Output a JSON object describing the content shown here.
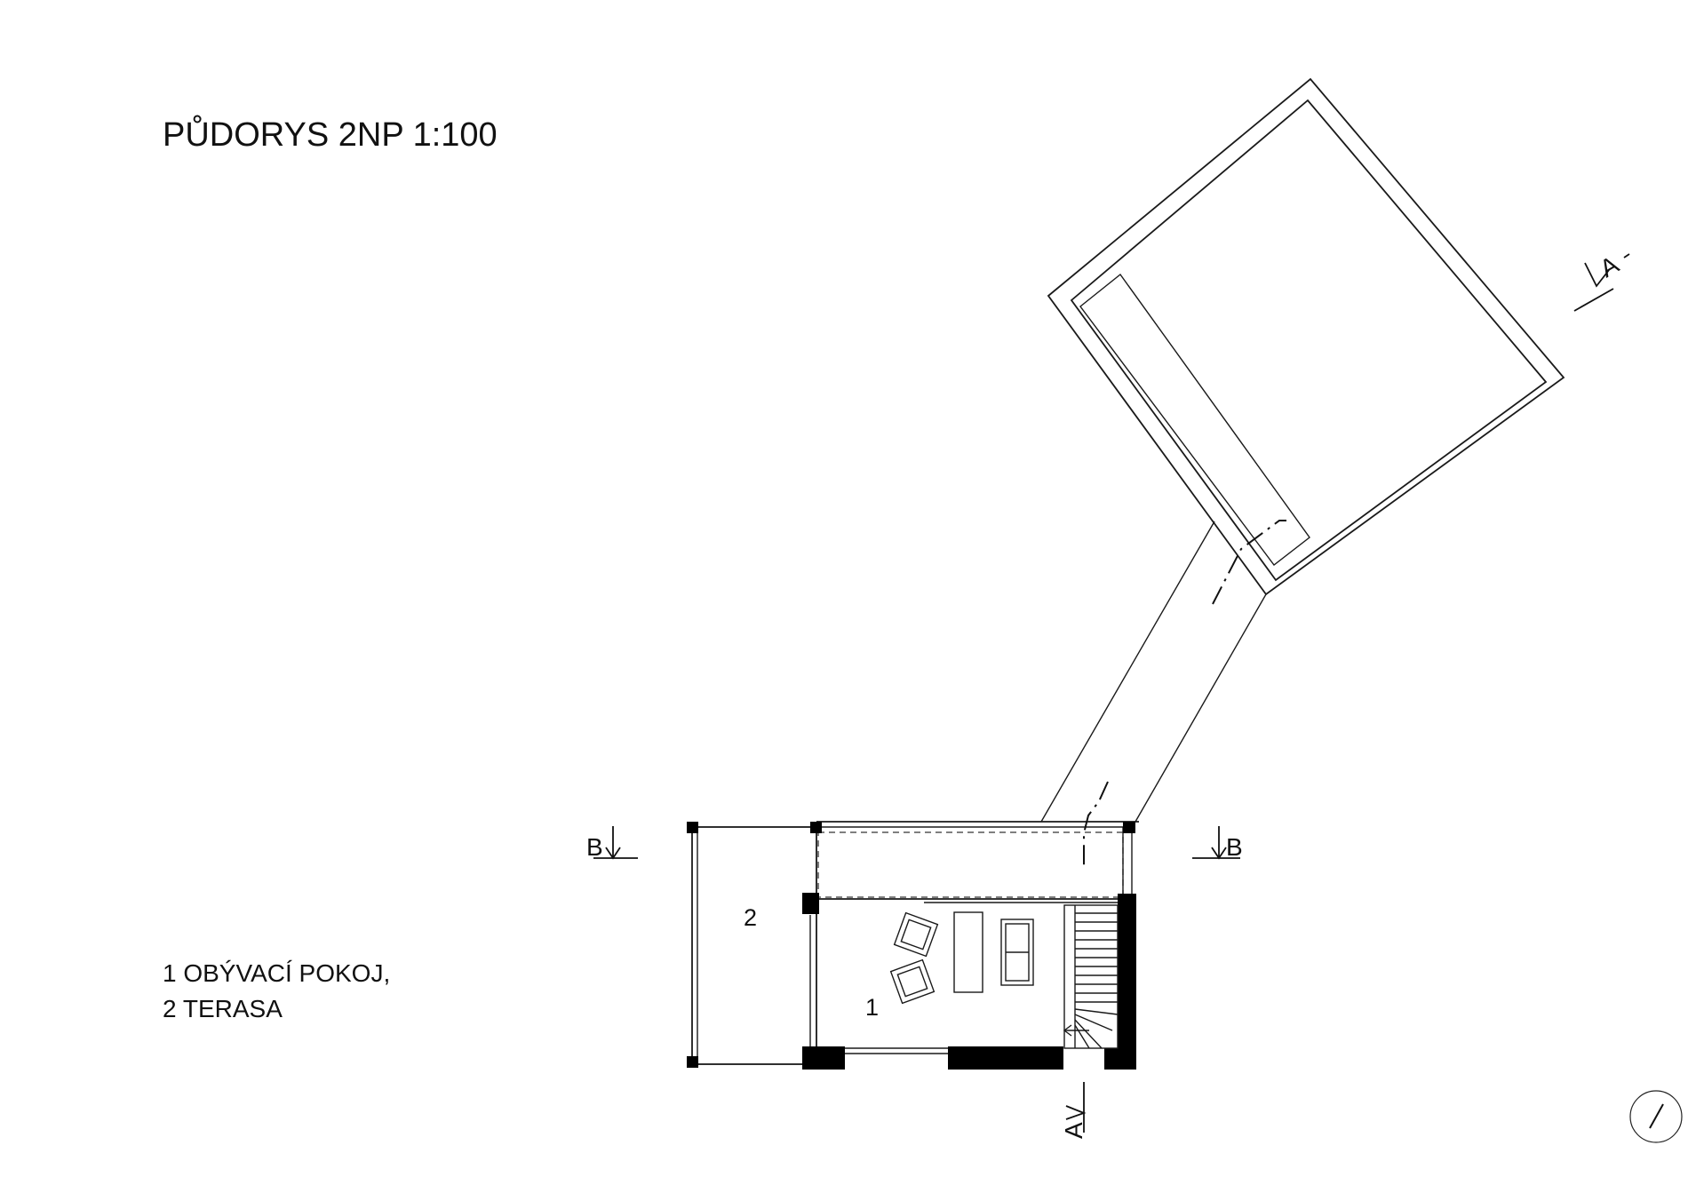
{
  "drawing": {
    "title": "PŮDORYS 2NP 1:100",
    "legend": {
      "line1": "1 OBÝVACÍ POKOJ,",
      "line2": "2 TERASA"
    },
    "room_labels": {
      "living_room": "1",
      "terrace": "2"
    },
    "section_marks": {
      "a": "A",
      "b": "B"
    },
    "north_arrow_icon": "north-arrow-icon"
  }
}
